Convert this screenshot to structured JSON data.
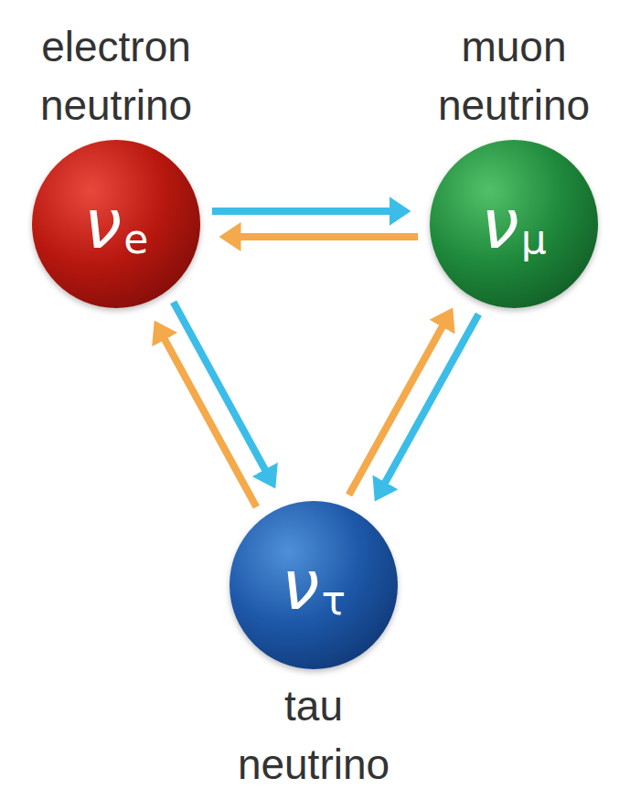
{
  "diagram": {
    "nodes": [
      {
        "text": [
          "electron neutrino",
          "νe"
        ]
      },
      {
        "text": [
          "muon neutrino",
          "νμ"
        ]
      },
      {
        "text": [
          "tau neutrino",
          "ντ"
        ]
      }
    ],
    "edges": [
      {
        "from": 1,
        "to": 0,
        "arrow": "to"
      },
      {
        "from": 0,
        "to": 1,
        "arrow": "to"
      },
      {
        "from": 0,
        "to": 2,
        "arrow": "to"
      },
      {
        "from": 2,
        "to": 0,
        "arrow": "to"
      },
      {
        "from": 2,
        "to": 1,
        "arrow": "to"
      },
      {
        "from": 1,
        "to": 2,
        "arrow": "to"
      }
    ]
  }
}
